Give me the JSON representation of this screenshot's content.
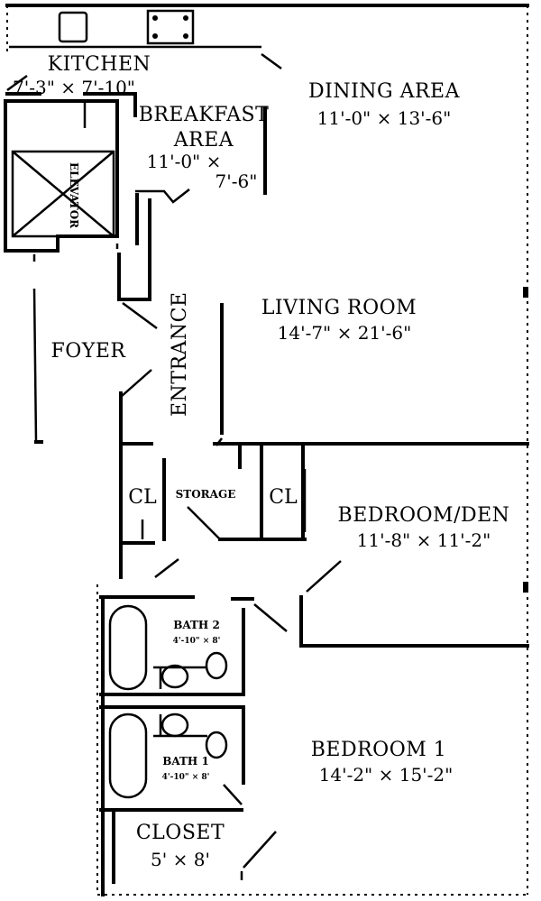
{
  "rooms": {
    "kitchen": {
      "name": "KITCHEN",
      "dims": "7'-3\" × 7'-10\""
    },
    "breakfast": {
      "name_line1": "BREAKFAST",
      "name_line2": "AREA",
      "dims_line1": "11'-0\" ×",
      "dims_line2": "7'-6\""
    },
    "dining": {
      "name": "DINING AREA",
      "dims": "11'-0\" × 13'-6\""
    },
    "elevator": {
      "name": "ELEVATOR"
    },
    "living": {
      "name": "LIVING ROOM",
      "dims": "14'-7\" × 21'-6\""
    },
    "foyer": {
      "name": "FOYER"
    },
    "entrance": {
      "name": "ENTRANCE"
    },
    "closet_a": {
      "name": "CL"
    },
    "storage": {
      "name": "STORAGE"
    },
    "closet_b": {
      "name": "CL"
    },
    "bedroom_den": {
      "name": "BEDROOM/DEN",
      "dims": "11'-8\" × 11'-2\""
    },
    "bath2": {
      "name": "BATH 2",
      "dims": "4'-10\" × 8'"
    },
    "bath1": {
      "name": "BATH 1",
      "dims": "4'-10\" × 8'"
    },
    "bedroom1": {
      "name": "BEDROOM 1",
      "dims": "14'-2\" × 15'-2\""
    },
    "closet": {
      "name": "CLOSET",
      "dims": "5' × 8'"
    }
  }
}
